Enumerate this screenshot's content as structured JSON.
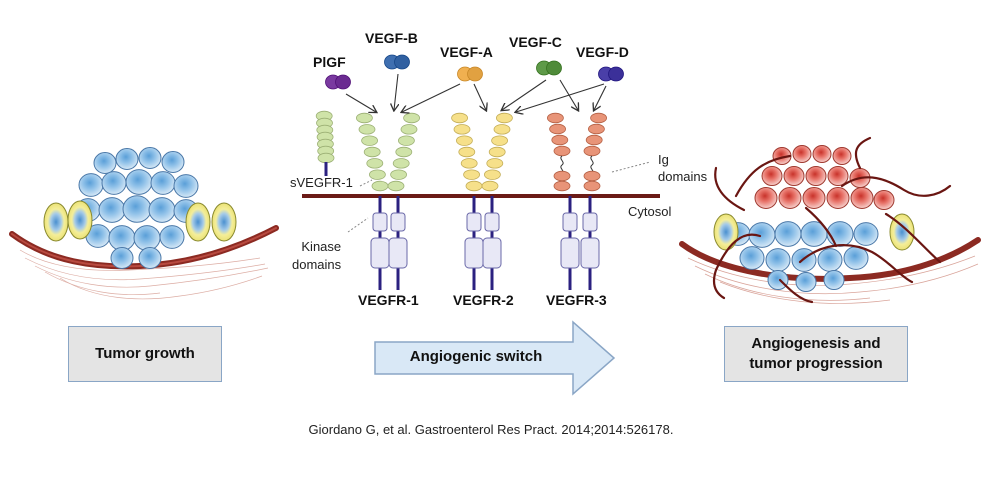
{
  "ligands": {
    "pigf": "PlGF",
    "vegf_b": "VEGF-B",
    "vegf_a": "VEGF-A",
    "vegf_c": "VEGF-C",
    "vegf_d": "VEGF-D"
  },
  "ligand_colors": {
    "pigf": "#7a3aa0",
    "vegf_b": "#3f6fb0",
    "vegf_a": "#f0b050",
    "vegf_c": "#5e9a48",
    "vegf_d": "#4a3fa8"
  },
  "receptors": {
    "vegfr1": "VEGFR-1",
    "vegfr2": "VEGFR-2",
    "vegfr3": "VEGFR-3",
    "svegfr1": "sVEGFR-1"
  },
  "receptor_colors": {
    "vegfr1": "#cfe3a8",
    "vegfr2": "#f6e08a",
    "vegfr3": "#e89478"
  },
  "annotations": {
    "ig_domains": "Ig\ndomains",
    "cytosol": "Cytosol",
    "kinase_domains": "Kinase\ndomains"
  },
  "panels": {
    "tumor_growth": "Tumor growth",
    "angiogenic_switch": "Angiogenic switch",
    "angiogenesis_progression": "Angiogenesis and\ntumor progression"
  },
  "citation": "Giordano G, et al. Gastroenterol Res Pract. 2014;2014:526178."
}
